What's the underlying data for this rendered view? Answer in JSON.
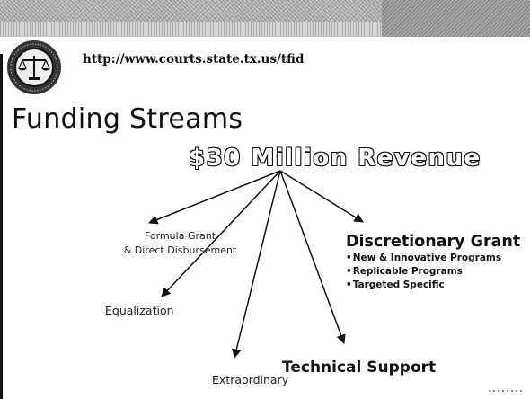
{
  "slide": {
    "url": "http://www.courts.state.tx.us/tfid",
    "title": "Funding Streams",
    "revenue_heading": "$30 Million Revenue",
    "seal_icon": "scales-of-justice-seal-icon",
    "streams": {
      "formula_line1": "Formula Grant",
      "formula_line2": "& Direct Disbursement",
      "equalization": "Equalization",
      "extraordinary": "Extraordinary",
      "technical_support": "Technical Support",
      "discretionary": {
        "title": "Discretionary Grant",
        "items": [
          "New & Innovative Programs",
          "Replicable Programs",
          "Targeted Specific"
        ]
      }
    }
  },
  "colors": {
    "text": "#111111",
    "background": "#ffffff",
    "header_band": "#b9b9b9"
  }
}
